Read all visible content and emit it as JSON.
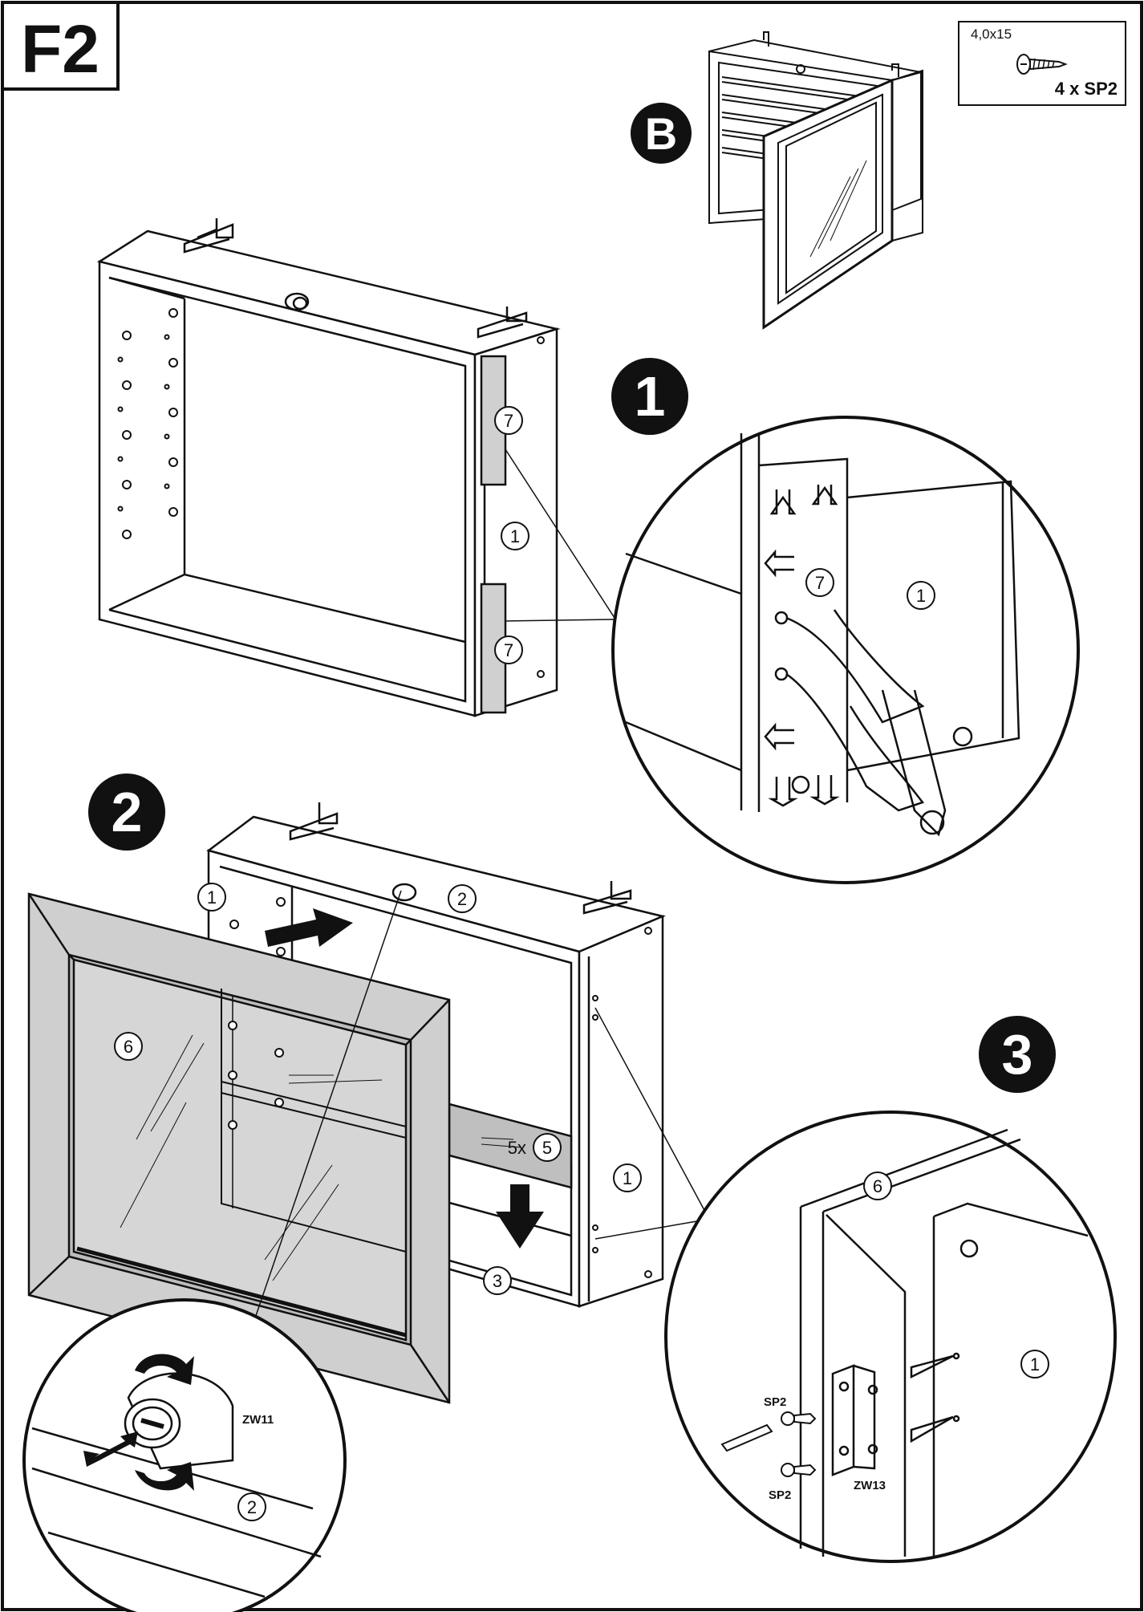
{
  "page": {
    "label": "F2",
    "variant_label": "B"
  },
  "hardware_box": {
    "size": "4,0x15",
    "qty": "4 x SP2",
    "icon": "screw-icon"
  },
  "steps": [
    {
      "number": "1"
    },
    {
      "number": "2"
    },
    {
      "number": "3"
    }
  ],
  "parts": {
    "p1": "1",
    "p2": "2",
    "p3": "3",
    "p5": "5",
    "p6": "6",
    "p7": "7"
  },
  "shelves_qty_prefix": "5x",
  "detail_labels": {
    "zw11": "ZW11",
    "zw13": "ZW13",
    "sp2": "SP2"
  }
}
